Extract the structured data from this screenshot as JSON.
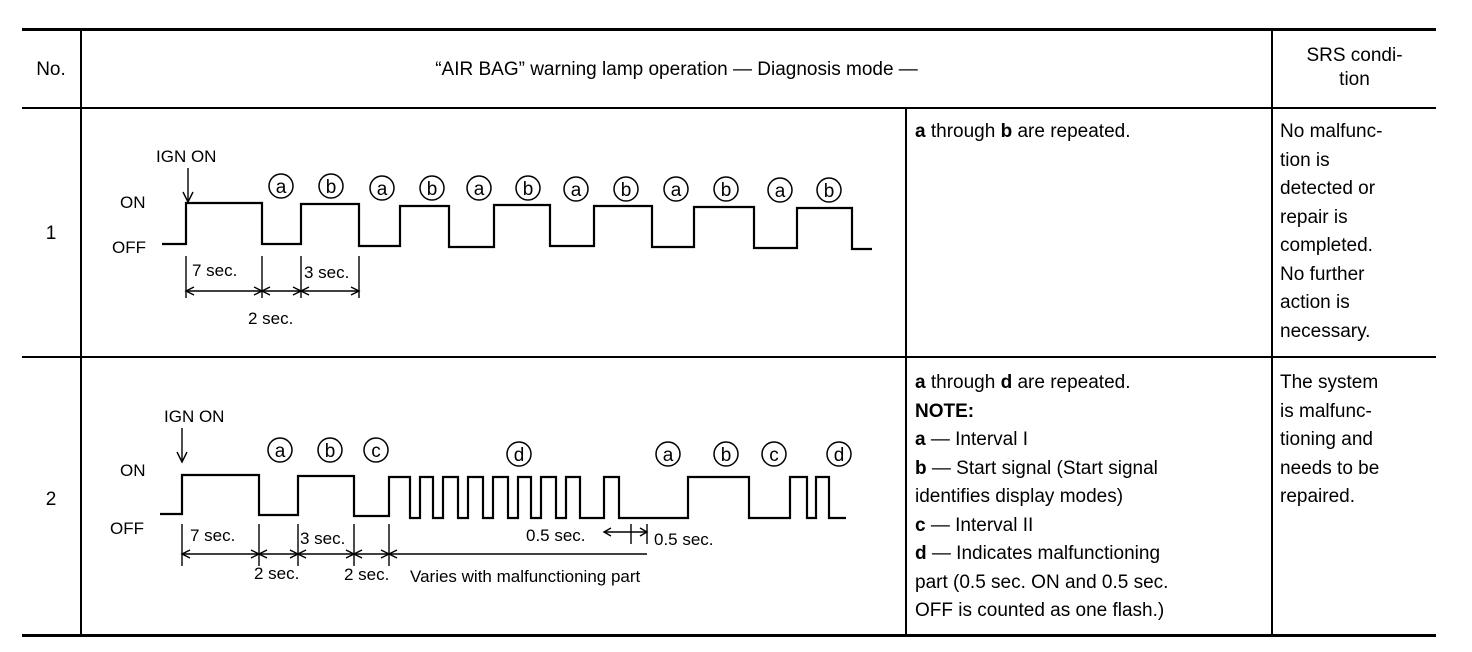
{
  "header": {
    "col_no": "No.",
    "col_operation": "“AIR BAG” warning lamp operation — Diagnosis mode —",
    "col_condition_line1": "SRS condi-",
    "col_condition_line2": "tion"
  },
  "rows": [
    {
      "no": "1",
      "diagram": {
        "ign_label": "IGN ON",
        "on_label": "ON",
        "off_label": "OFF",
        "markers": [
          "a",
          "b",
          "a",
          "b",
          "a",
          "b",
          "a",
          "b",
          "a",
          "b",
          "a",
          "b"
        ],
        "dim_7": "7 sec.",
        "dim_3": "3 sec.",
        "dim_2": "2 sec."
      },
      "description": {
        "lead_a": "a",
        "lead_mid": " through ",
        "lead_b": "b",
        "lead_end": " are repeated."
      },
      "condition": [
        "No malfunc-",
        "tion is",
        "detected or",
        "repair is",
        "completed.",
        "No further",
        "action is",
        "necessary."
      ]
    },
    {
      "no": "2",
      "diagram": {
        "ign_label": "IGN ON",
        "on_label": "ON",
        "off_label": "OFF",
        "markers": [
          "a",
          "b",
          "c",
          "d",
          "a",
          "b",
          "c",
          "d"
        ],
        "dim_7": "7 sec.",
        "dim_3": "3 sec.",
        "dim_2a": "2 sec.",
        "dim_2b": "2 sec.",
        "varies": "Varies with malfunctioning part",
        "dim_05a": "0.5 sec.",
        "dim_05b": "0.5 sec."
      },
      "description": {
        "lead_a": "a",
        "lead_mid": " through ",
        "lead_d": "d",
        "lead_end": " are repeated.",
        "note": "NOTE:",
        "items": [
          {
            "key": "a",
            "text": " — Interval I"
          },
          {
            "key": "b",
            "text": " — Start signal (Start signal"
          },
          {
            "key": "",
            "text": "identifies display modes)"
          },
          {
            "key": "c",
            "text": " — Interval II"
          },
          {
            "key": "d",
            "text": " — Indicates malfunctioning"
          },
          {
            "key": "",
            "text": "part (0.5 sec. ON and 0.5 sec."
          },
          {
            "key": "",
            "text": "OFF is counted as one flash.)"
          }
        ]
      },
      "condition": [
        "The system",
        "is malfunc-",
        "tioning and",
        "needs to be",
        "repaired."
      ]
    }
  ]
}
